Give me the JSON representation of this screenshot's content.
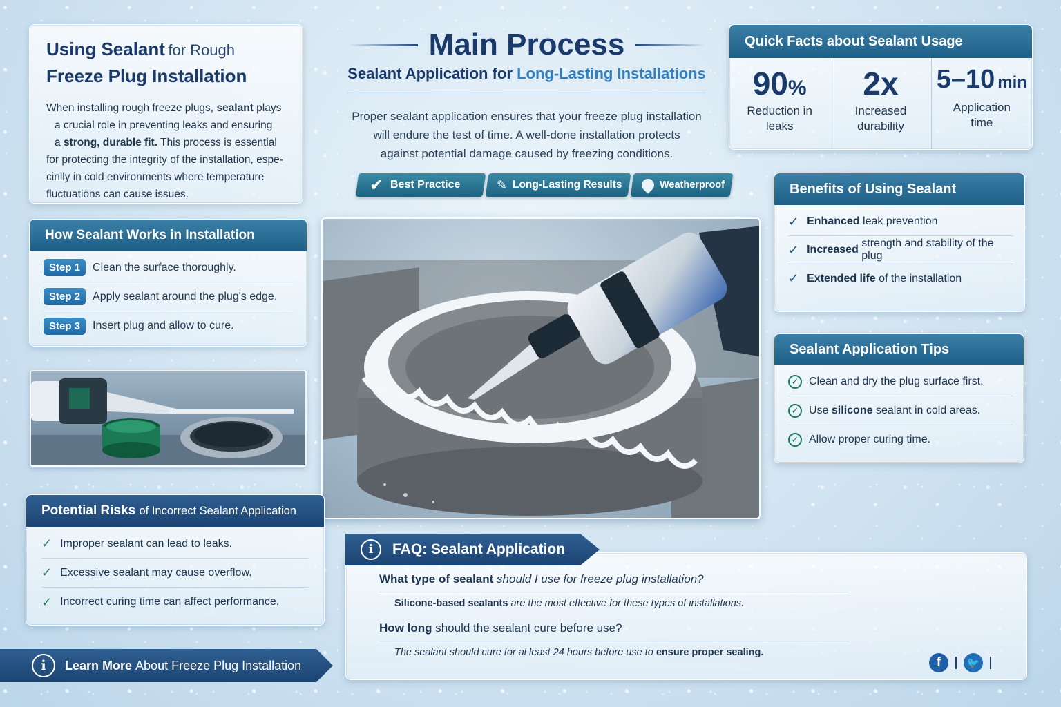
{
  "intro": {
    "title_bold_1": "Using Sealant",
    "title_light": "for Rough",
    "title_bold_2": "Freeze Plug Installation",
    "p1": "When installing rough freeze plugs,",
    "p1_bold": "sealant",
    "p1_end": "plays",
    "p2": "a crucial role in preventing leaks and ensuring",
    "p3_pre": "a",
    "p3_bold": "strong, durable fit.",
    "p3_end": "This process is essential",
    "p4": "for protecting the integrity of the installation, espe-",
    "p5": "cinlly in cold environments where temperature",
    "p6": "fluctuations can cause issues."
  },
  "main": {
    "title": "Main Process",
    "subtitle_dark": "Sealant Application for",
    "subtitle_light": "Long-Lasting Installations",
    "body_1": "Proper sealant application ensures that your freeze plug installation",
    "body_2": "will endure the test of time. A well-done installation protects",
    "body_3": "against potential damage caused by freezing conditions.",
    "badges": [
      "Best Practice",
      "Long-Lasting Results",
      "Weatherproof"
    ]
  },
  "facts": {
    "title": "Quick Facts about Sealant Usage",
    "items": [
      {
        "value": "90",
        "unit": "%",
        "label_1": "Reduction in",
        "label_2": "leaks"
      },
      {
        "value": "2x",
        "unit": "",
        "label_1": "Increased",
        "label_2": "durability"
      },
      {
        "value": "5–10",
        "unit": "min",
        "label_1": "Application",
        "label_2": "time"
      }
    ]
  },
  "how": {
    "title": "How Sealant Works in Installation",
    "steps": [
      {
        "badge": "Step 1",
        "text": "Clean the surface thoroughly."
      },
      {
        "badge": "Step 2",
        "text": "Apply sealant around the plug's edge."
      },
      {
        "badge": "Step 3",
        "text": "Insert plug and allow to cure."
      }
    ]
  },
  "benefits": {
    "title": "Benefits of Using Sealant",
    "items": [
      {
        "bold": "Enhanced",
        "rest": "leak prevention"
      },
      {
        "bold": "Increased",
        "rest": "strength and stability of the plug"
      },
      {
        "bold": "Extended life",
        "rest": "of the installation"
      }
    ]
  },
  "tips": {
    "title": "Sealant Application Tips",
    "items": [
      {
        "pre": "Clean and dry the plug surface first.",
        "bold": "",
        "post": ""
      },
      {
        "pre": "Use",
        "bold": "silicone",
        "post": "sealant in cold areas."
      },
      {
        "pre": "Allow proper curing time.",
        "bold": "",
        "post": ""
      }
    ]
  },
  "risks": {
    "title_bold": "Potential Risks",
    "title_light": "of Incorrect Sealant Application",
    "items": [
      "Improper sealant can lead to leaks.",
      "Excessive sealant may cause overflow.",
      "Incorrect curing time can affect performance."
    ]
  },
  "faq": {
    "title": "FAQ: Sealant Application",
    "q1_bold": "What type of sealant",
    "q1_rest": "should I use for freeze plug installation?",
    "a1_bold": "Silicone-based sealants",
    "a1_rest": "are the most effective for these types of installations.",
    "q2_bold": "How long",
    "q2_rest": "should the sealant cure before use?",
    "a2_rest": "The sealant should cure for al least 24 hours before use to",
    "a2_bold": "ensure proper sealing."
  },
  "learn": {
    "bold": "Learn More",
    "rest": "About Freeze Plug Installation"
  },
  "colors": {
    "header_teal": "#1e5f86",
    "header_navy": "#1c4473",
    "title_navy": "#1a3a6b",
    "accent_blue": "#2f7fc1",
    "check_green": "#1e7a4f"
  }
}
